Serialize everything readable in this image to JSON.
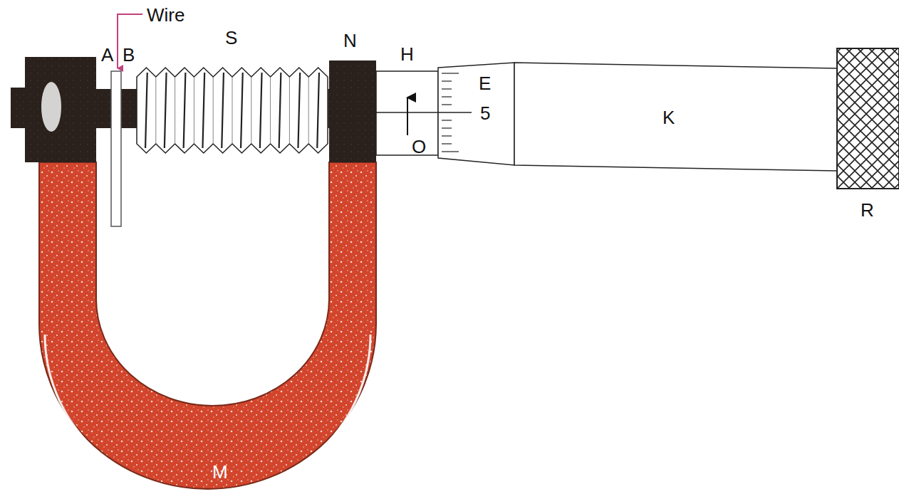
{
  "diagram": {
    "labels": [
      "Wire",
      "A",
      "B",
      "S",
      "N",
      "H",
      "E",
      "5",
      "O",
      "K",
      "R",
      "M"
    ]
  }
}
